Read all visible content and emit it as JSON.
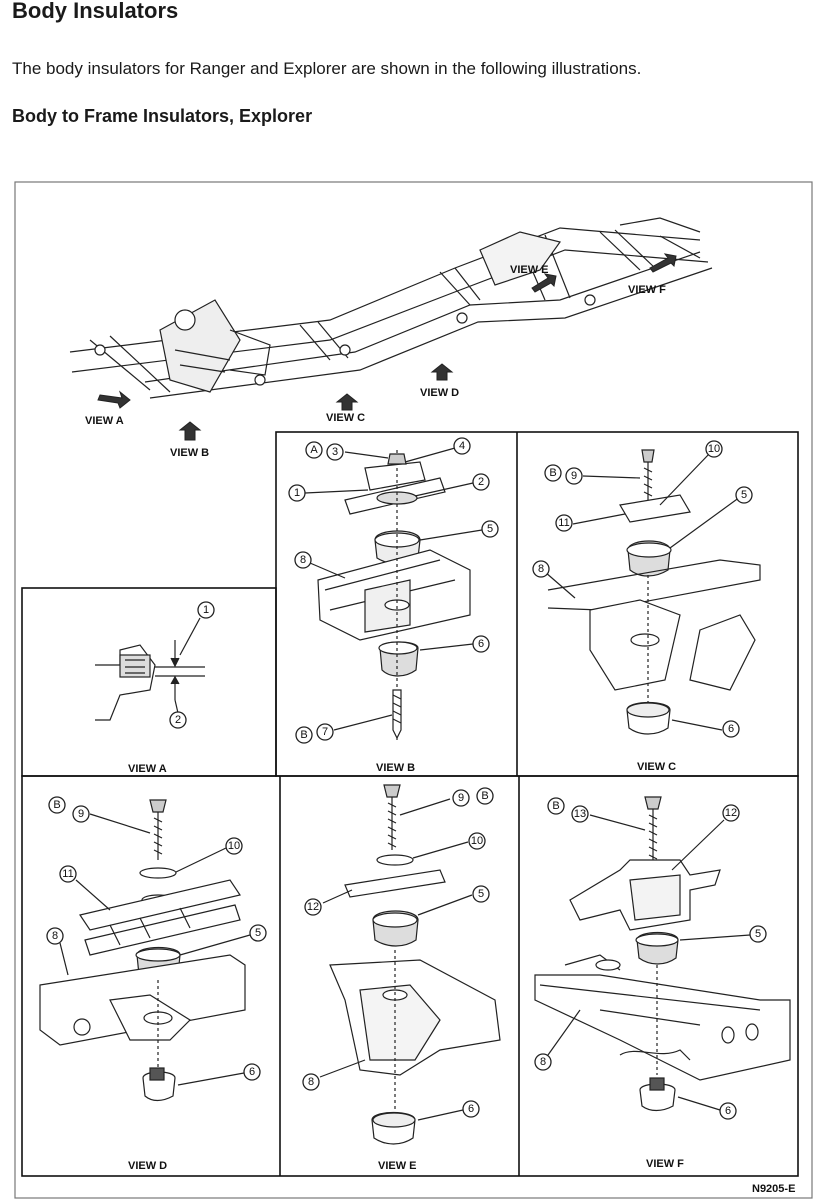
{
  "page": {
    "title": "Body Insulators",
    "intro": "The body insulators for Ranger and Explorer are shown in the following illustrations.",
    "section_title": "Body to Frame Insulators, Explorer"
  },
  "figure": {
    "frame_views": {
      "a": "VIEW A",
      "b": "VIEW B",
      "c": "VIEW C",
      "d": "VIEW D",
      "e": "VIEW E",
      "f": "VIEW F"
    },
    "panels": {
      "view_a": {
        "caption": "VIEW A",
        "callouts": [
          "1",
          "2"
        ]
      },
      "view_b": {
        "caption": "VIEW B",
        "callouts": [
          "A",
          "3",
          "4",
          "1",
          "2",
          "5",
          "8",
          "6",
          "B",
          "7"
        ]
      },
      "view_c": {
        "caption": "VIEW C",
        "callouts": [
          "B",
          "9",
          "10",
          "5",
          "11",
          "8",
          "6"
        ]
      },
      "view_d": {
        "caption": "VIEW D",
        "callouts": [
          "B",
          "9",
          "10",
          "11",
          "8",
          "5",
          "6"
        ]
      },
      "view_e": {
        "caption": "VIEW E",
        "callouts": [
          "9",
          "B",
          "10",
          "12",
          "5",
          "8",
          "6"
        ]
      },
      "view_f": {
        "caption": "VIEW F",
        "callouts": [
          "B",
          "13",
          "12",
          "5",
          "8",
          "6"
        ]
      }
    },
    "code": "N9205-E"
  }
}
